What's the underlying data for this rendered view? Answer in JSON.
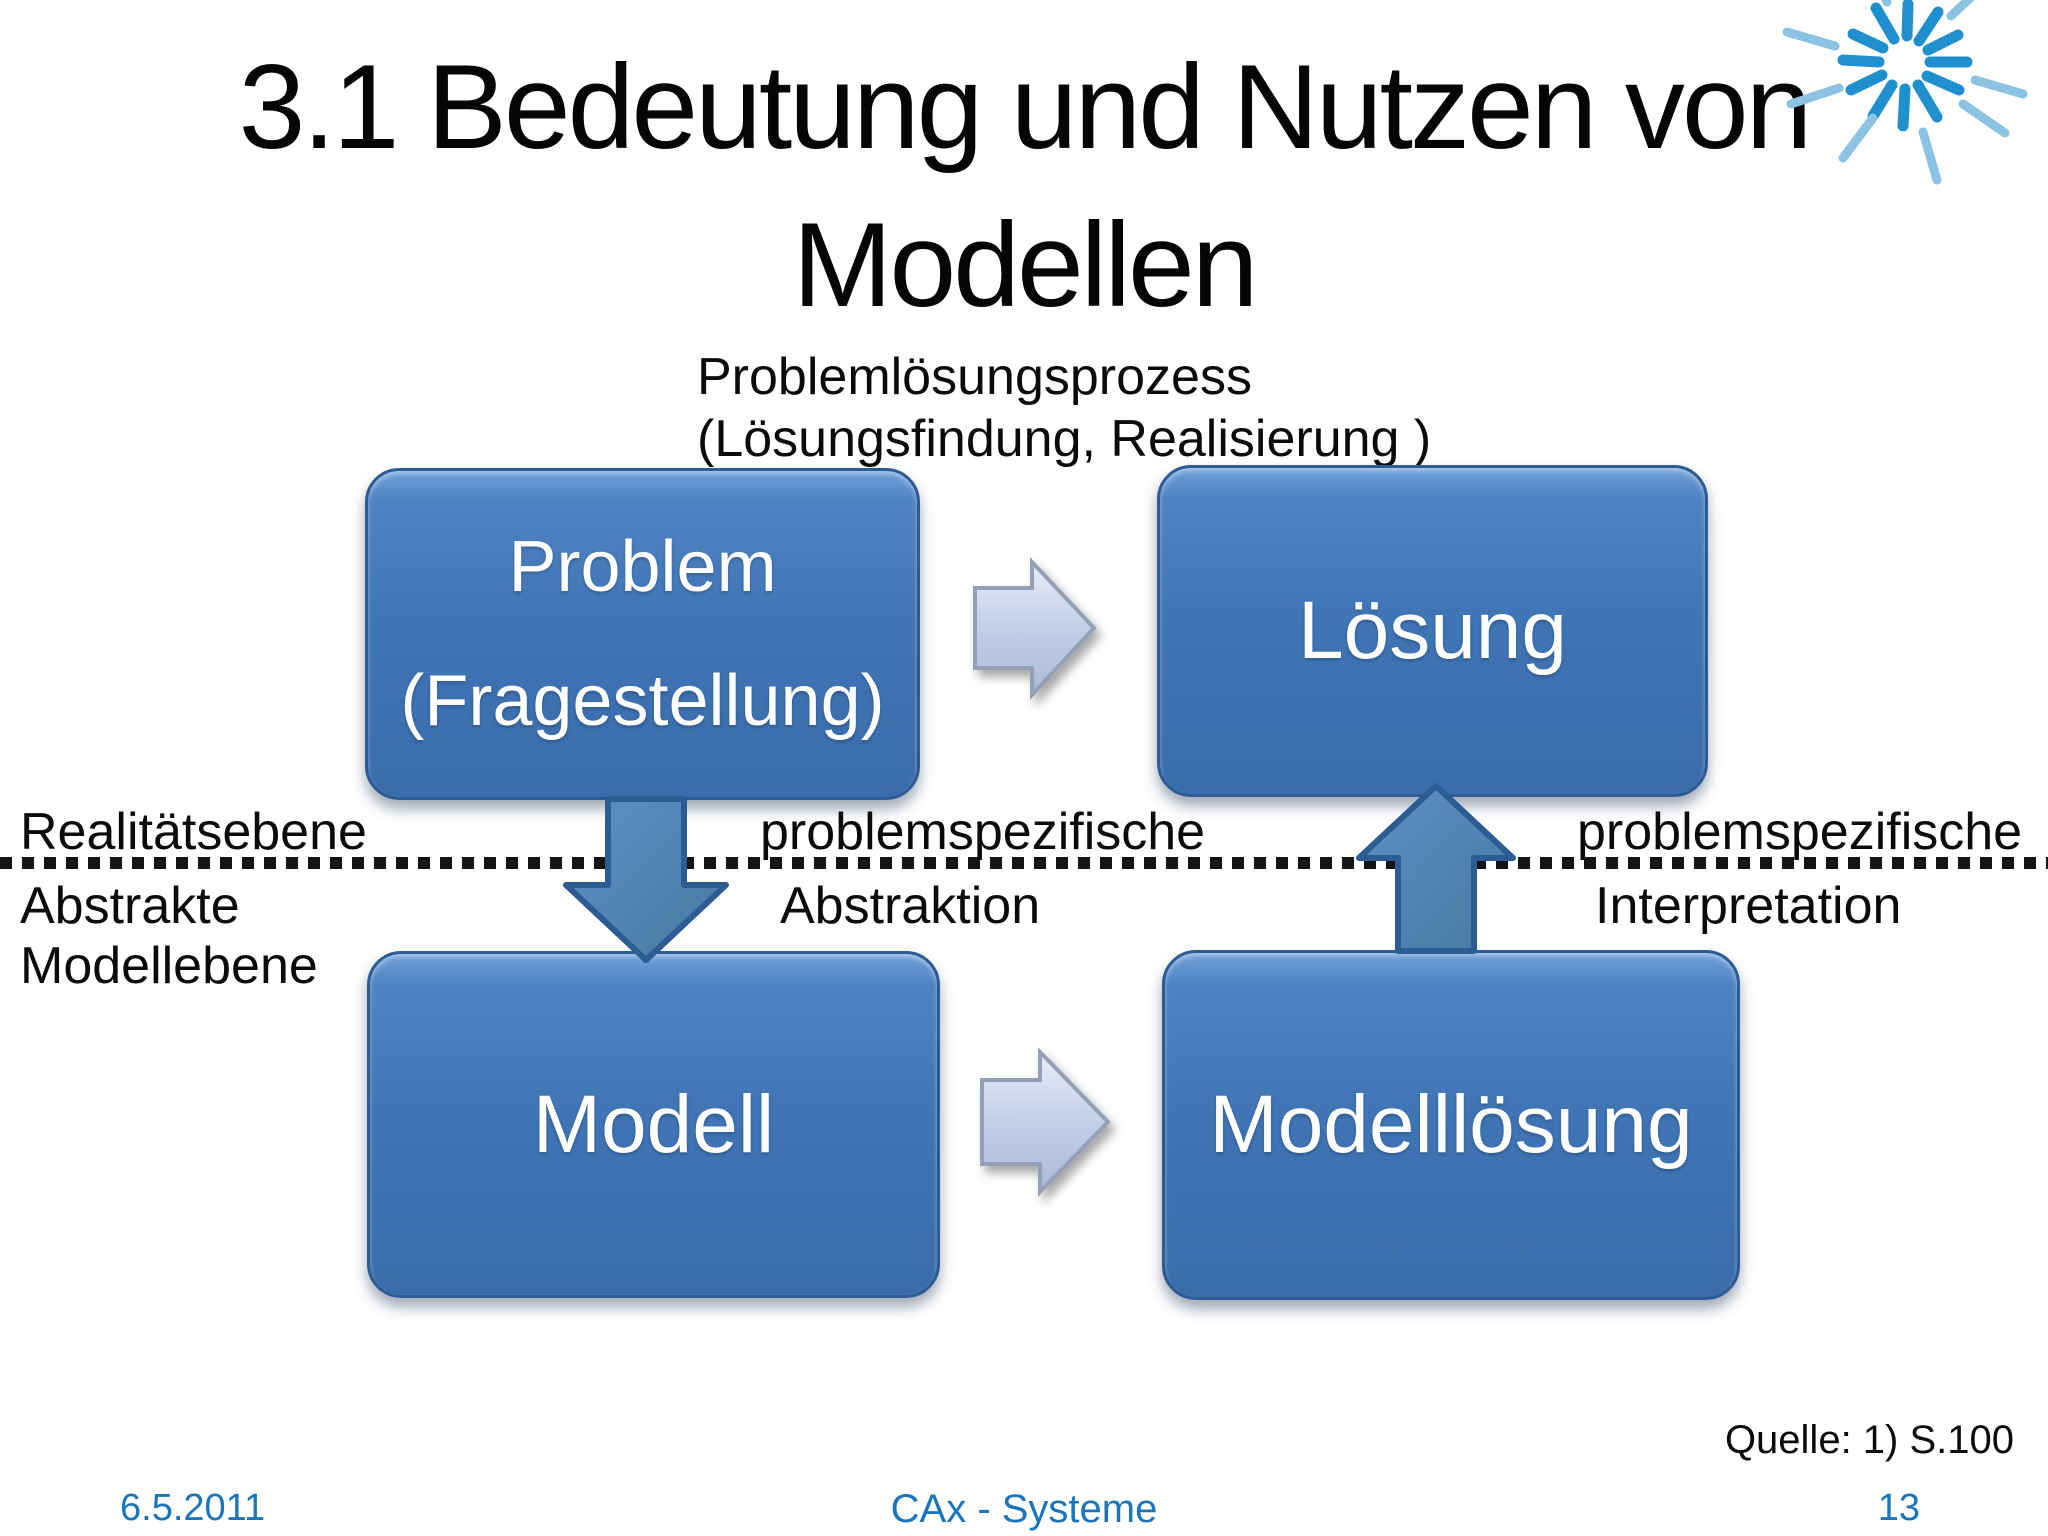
{
  "slide": {
    "title_line1": "3.1 Bedeutung und Nutzen von",
    "title_line2": "Modellen",
    "process_label_line1": "Problemlösungsprozess",
    "process_label_line2": "(Lösungsfindung, Realisierung )",
    "boxes": {
      "problem_line1": "Problem",
      "problem_line2": "(Fragestellung)",
      "loesung": "Lösung",
      "modell": "Modell",
      "modellloesung": "Modelllösung"
    },
    "levels": {
      "reality": "Realitätsebene",
      "abstract_line1": "Abstrakte",
      "abstract_line2": "Modellebene",
      "abstraction_top": "problemspezifische",
      "abstraction_bottom": "Abstraktion",
      "interpretation_top": "problemspezifische",
      "interpretation_bottom": "Interpretation"
    },
    "icons": {
      "logo": "starburst-icon",
      "process_arrow_top": "arrow-right-icon",
      "process_arrow_bottom": "arrow-right-icon",
      "abstraction_arrow": "arrow-down-icon",
      "interpretation_arrow": "arrow-up-icon"
    },
    "colors": {
      "box_blue": "#3F74B5",
      "box_border": "#2D5C94",
      "dark_arrow": "#4A7DB8",
      "light_arrow": "#C3CFE8",
      "accent_text": "#1B75BC",
      "logo_dark": "#1F8FCE",
      "logo_light": "#8CC3E2"
    },
    "source_note": "Quelle: 1) S.100",
    "footer": {
      "date": "6.5.2011",
      "center": "CAx - Systeme",
      "page": "13"
    }
  }
}
